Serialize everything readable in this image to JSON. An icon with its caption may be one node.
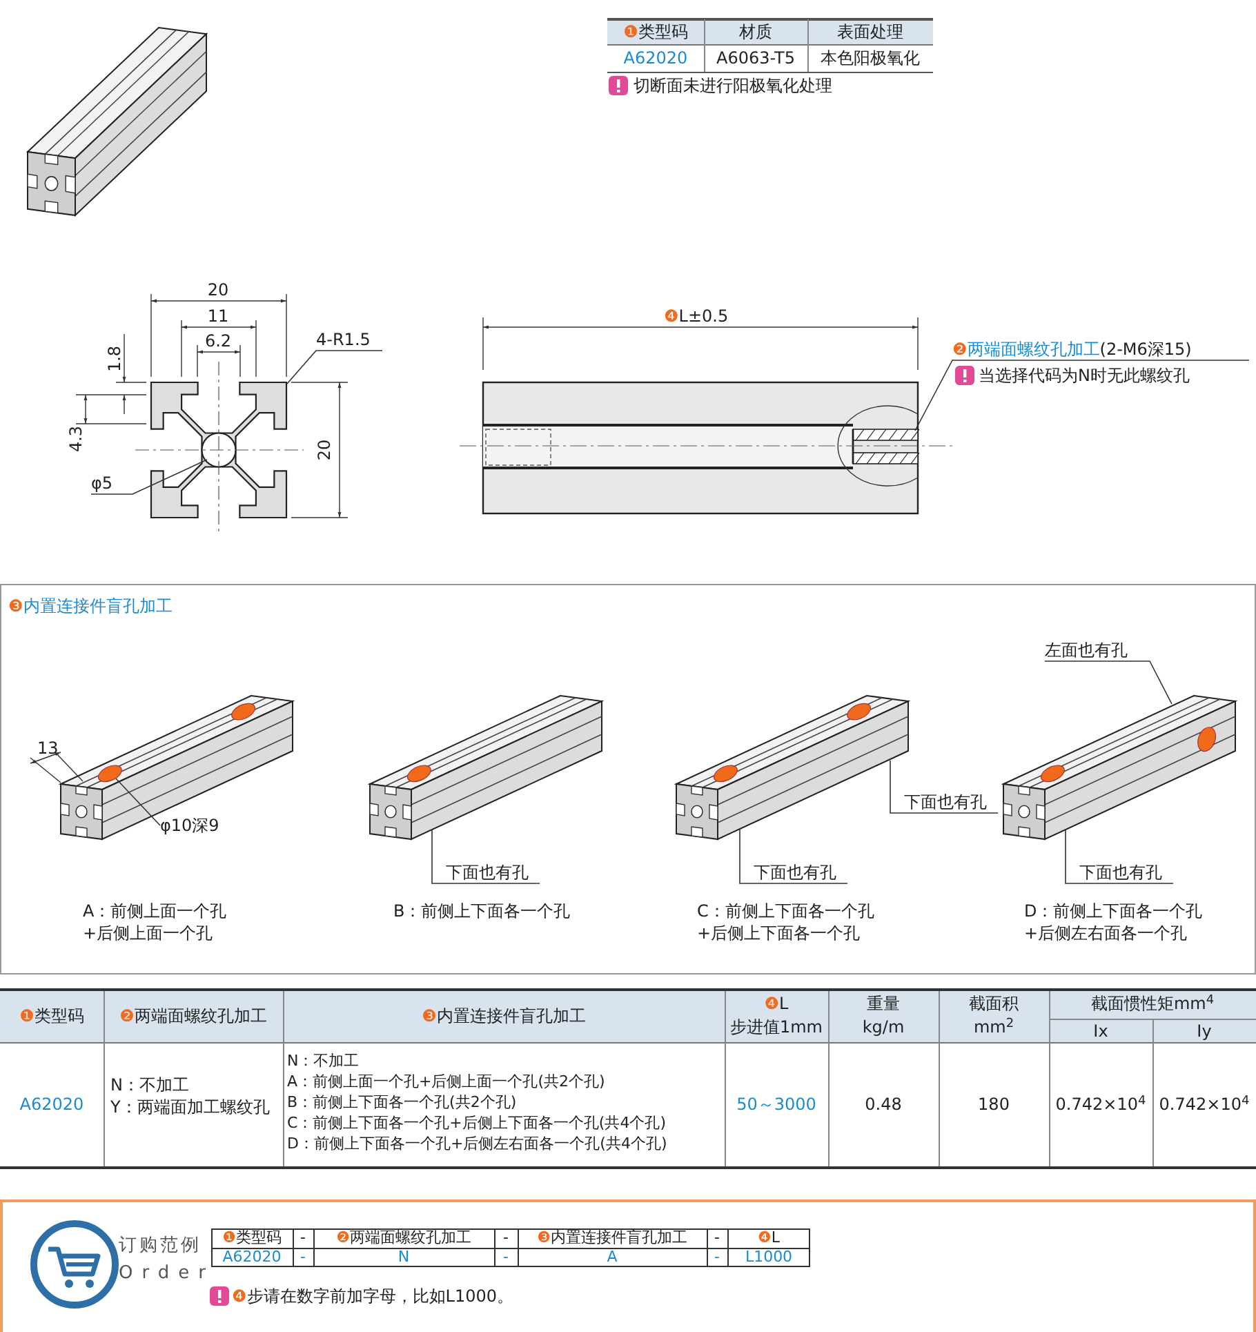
{
  "diagram": {
    "nodes": [
      {
        "text": [
          "4-R1.5"
        ]
      },
      {
        "text": [
          "φ5"
        ]
      },
      {
        "text": [
          "❷两端面螺纹孔加工",
          "(2-M6深15)"
        ]
      },
      {
        "text": [
          "φ10深9"
        ]
      },
      {
        "text": [
          "下面也有孔"
        ]
      },
      {
        "text": [
          "下面也有孔"
        ]
      },
      {
        "text": [
          "下面也有孔"
        ]
      },
      {
        "text": [
          "左面也有孔"
        ]
      },
      {
        "text": [
          "下面也有孔"
        ]
      },
      {
        "text": [],
        "shape": "picture"
      },
      {
        "text": [],
        "shape": "picture"
      },
      {
        "text": [],
        "shape": "picture"
      },
      {
        "text": [],
        "shape": "picture"
      },
      {
        "text": [],
        "shape": "picture"
      },
      {
        "text": [],
        "shape": "picture"
      }
    ],
    "edges": [
      {
        "from": 0,
        "to": 9,
        "arrow": "none"
      },
      {
        "from": 1,
        "to": 9,
        "arrow": "none"
      },
      {
        "from": 2,
        "to": 14,
        "arrow": "none"
      },
      {
        "from": 3,
        "to": 10,
        "arrow": "none"
      },
      {
        "from": 4,
        "to": 11,
        "arrow": "none"
      },
      {
        "from": 5,
        "to": 12,
        "arrow": "none"
      },
      {
        "from": 6,
        "to": 12,
        "arrow": "none"
      },
      {
        "from": 7,
        "to": 13,
        "arrow": "none"
      },
      {
        "from": 8,
        "to": 13,
        "arrow": "none"
      }
    ],
    "labels": [
      "❶类型码",
      "材质",
      "表面处理",
      "A62020",
      "A6063-T5",
      "本色阳极氧化",
      "切断面未进行阳极氧化处理",
      "20",
      "11",
      "6.2",
      "1.8",
      "4.3",
      "20",
      "❹L±0.5",
      "当选择代码为N时无此螺纹孔",
      "❸内置连接件盲孔加工",
      "13",
      "A：前侧上面一个孔+后侧上面一个孔",
      "B：前侧上下面各一个孔",
      "C：前侧上下面各一个孔+后侧上下面各一个孔",
      "D：前侧上下面各一个孔+后侧左右面各一个孔",
      "❶类型码",
      "❷两端面螺纹孔加工",
      "❸内置连接件盲孔加工",
      "❹L",
      "步进值1mm",
      "重量",
      "kg/m",
      "截面积",
      "mm$^{2}$",
      "截面惯性矩mm$^{4}$",
      "Ix",
      "Iy",
      "A62020",
      "N：不加工",
      "Y：两端面加工螺纹孔",
      "N：不加工",
      "A：前侧上面一个孔+后侧上面一个孔(共2个孔)",
      "B：前侧上下面各一个孔(共2个孔)",
      "C：前侧上下面各一个孔+后侧上下面各一个孔(共4个孔)",
      "D：前侧上下面各一个孔+后侧左右面各一个孔(共4个孔)",
      "50～3000",
      "0.48",
      "180",
      "0.742×10$^{4}$",
      "0.742×10$^{4}$",
      "订购范例",
      "Order",
      "❶类型码",
      "-",
      "❷两端面螺纹孔加工",
      "-",
      "❸内置连接件盲孔加工",
      "-",
      "❹L",
      "A62020",
      "-",
      "N",
      "-",
      "A",
      "-",
      "L1000",
      "❹步请在数字前加字母，比如L1000。"
    ]
  }
}
